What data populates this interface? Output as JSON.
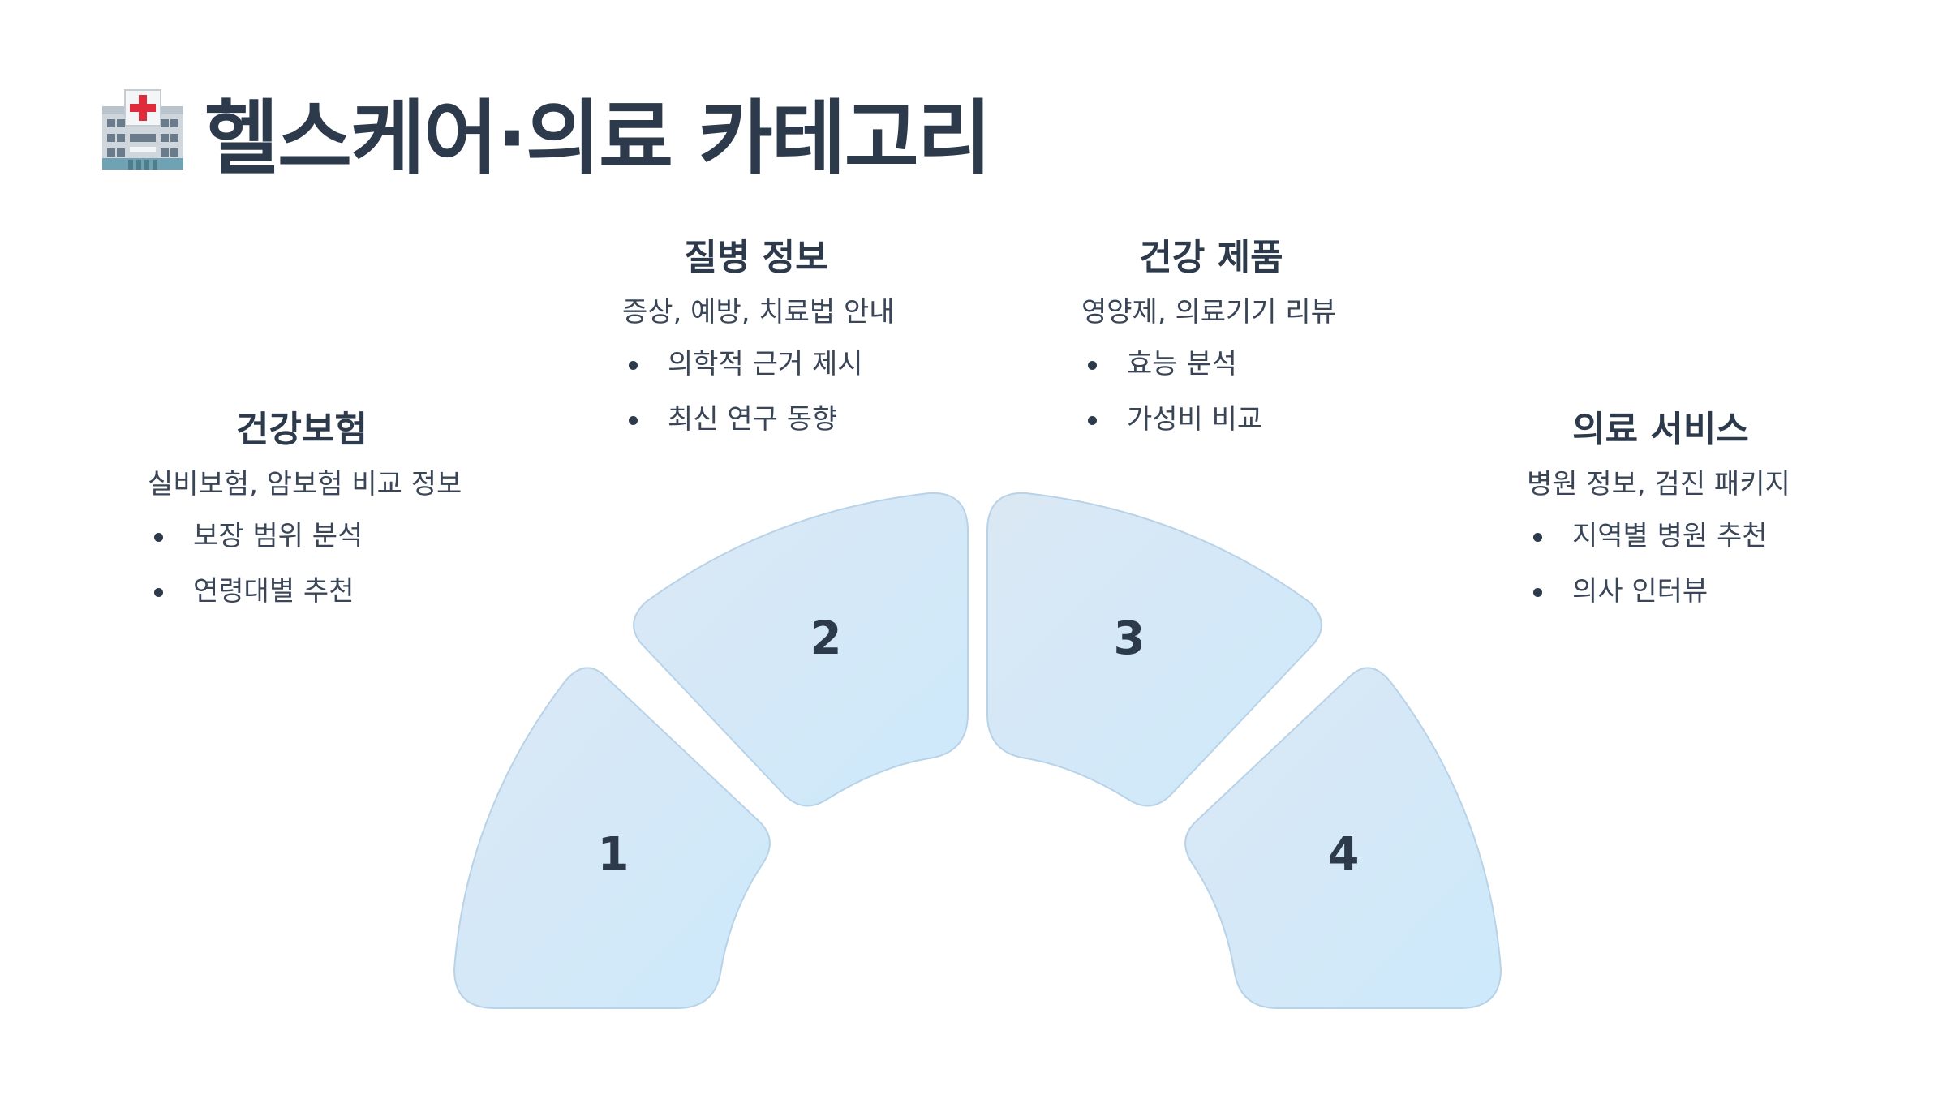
{
  "title": {
    "icon": "hospital-icon",
    "text": "헬스케어·의료 카테고리"
  },
  "categories": [
    {
      "number": "1",
      "heading": "건강보험",
      "description": "실비보험, 암보험 비교 정보",
      "points": [
        "보장 범위 분석",
        "연령대별 추천"
      ]
    },
    {
      "number": "2",
      "heading": "질병 정보",
      "description": "증상, 예방, 치료법 안내",
      "points": [
        "의학적 근거 제시",
        "최신 연구 동향"
      ]
    },
    {
      "number": "3",
      "heading": "건강 제품",
      "description": "영양제, 의료기기 리뷰",
      "points": [
        "효능 분석",
        "가성비 비교"
      ]
    },
    {
      "number": "4",
      "heading": "의료 서비스",
      "description": "병원 정보, 검진 패키지",
      "points": [
        "지역별 병원 추천",
        "의사 인터뷰"
      ]
    }
  ],
  "colors": {
    "text": "#2d3a4b",
    "segment_fill_start": "#dbe8f4",
    "segment_fill_end": "#cde9fb",
    "segment_stroke": "#b8d2e8",
    "icon_red": "#e02b3b"
  }
}
